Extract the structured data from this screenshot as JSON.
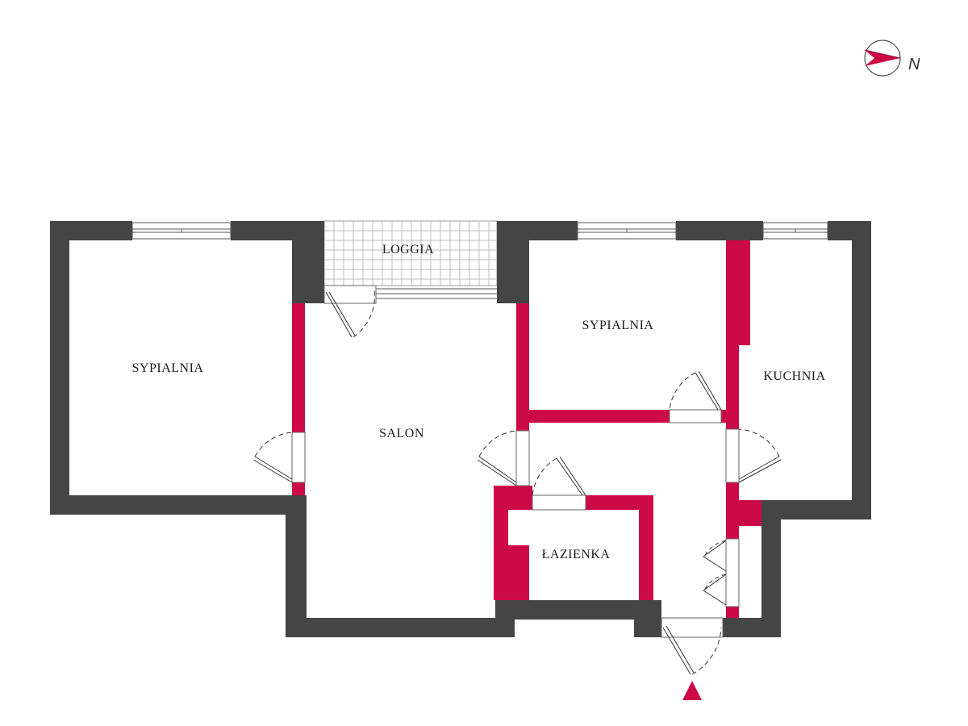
{
  "compass": {
    "label": "N"
  },
  "rooms": {
    "loggia": "LOGGIA",
    "bedroom_left": "SYPIALNIA",
    "living_room": "SALON",
    "bedroom_right": "SYPIALNIA",
    "kitchen": "KUCHNIA",
    "bathroom": "ŁAZIENKA"
  },
  "colors": {
    "outer_wall": "#454545",
    "inner_wall": "#cc0a47",
    "line": "#333333"
  }
}
